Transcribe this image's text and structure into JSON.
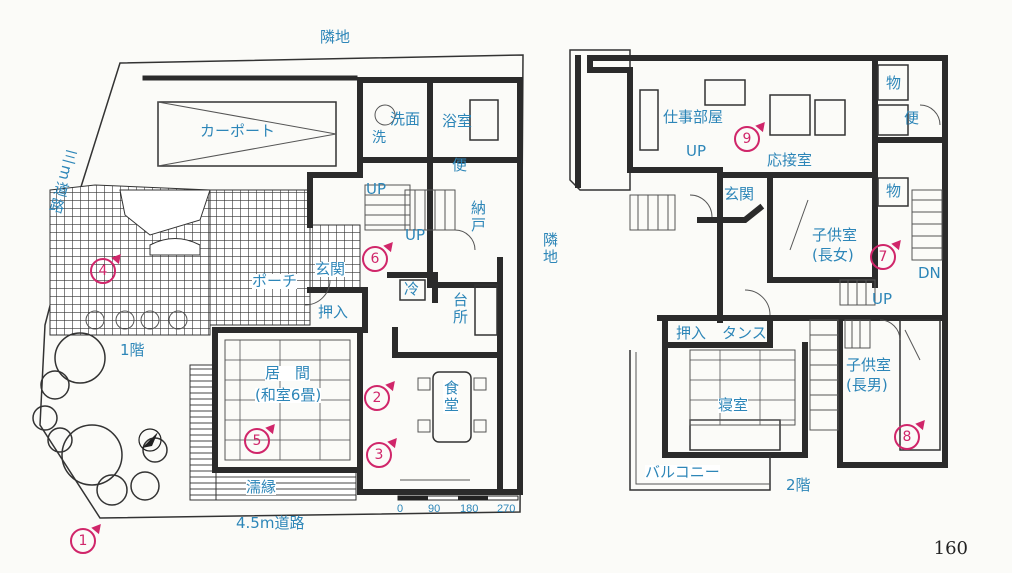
{
  "floor1": {
    "neighbor_top": "隣地",
    "neighbor_right": "隣地",
    "road_left": "三m道路",
    "road_bottom": "4.5m道路",
    "floor_label": "1階",
    "rooms": {
      "carport": "カーポート",
      "washroom": "洗面",
      "bath": "浴室",
      "wash_small": "洗",
      "toilet": "便",
      "storage": "納戸",
      "porch": "ポーチ",
      "entrance": "玄関",
      "closet": "押入",
      "fridge": "冷",
      "kitchen": "台所",
      "living": "居　間",
      "living_sub": "(和室6畳)",
      "dining": "食堂",
      "engawa": "濡縁",
      "up": "UP"
    },
    "scale": [
      "0",
      "90",
      "180",
      "270"
    ]
  },
  "floor2": {
    "floor_label": "2階",
    "rooms": {
      "workroom": "仕事部屋",
      "up": "UP",
      "reception": "応接室",
      "storage_top": "物",
      "toilet": "便",
      "entrance": "玄関",
      "storage_mid": "物",
      "child_girl": "子供室",
      "child_girl_sub": "(長女)",
      "dn": "DN",
      "up2": "UP",
      "closet": "押入",
      "tansu": "タンス",
      "child_boy": "子供室",
      "child_boy_sub": "(長男)",
      "bedroom": "寝室",
      "balcony": "バルコニー"
    }
  },
  "markers": [
    "1",
    "2",
    "3",
    "4",
    "5",
    "6",
    "7",
    "8",
    "9"
  ],
  "page_number": "160",
  "colors": {
    "label": "#2d86b8",
    "marker": "#d0266a",
    "wall": "#2b2b2b"
  }
}
